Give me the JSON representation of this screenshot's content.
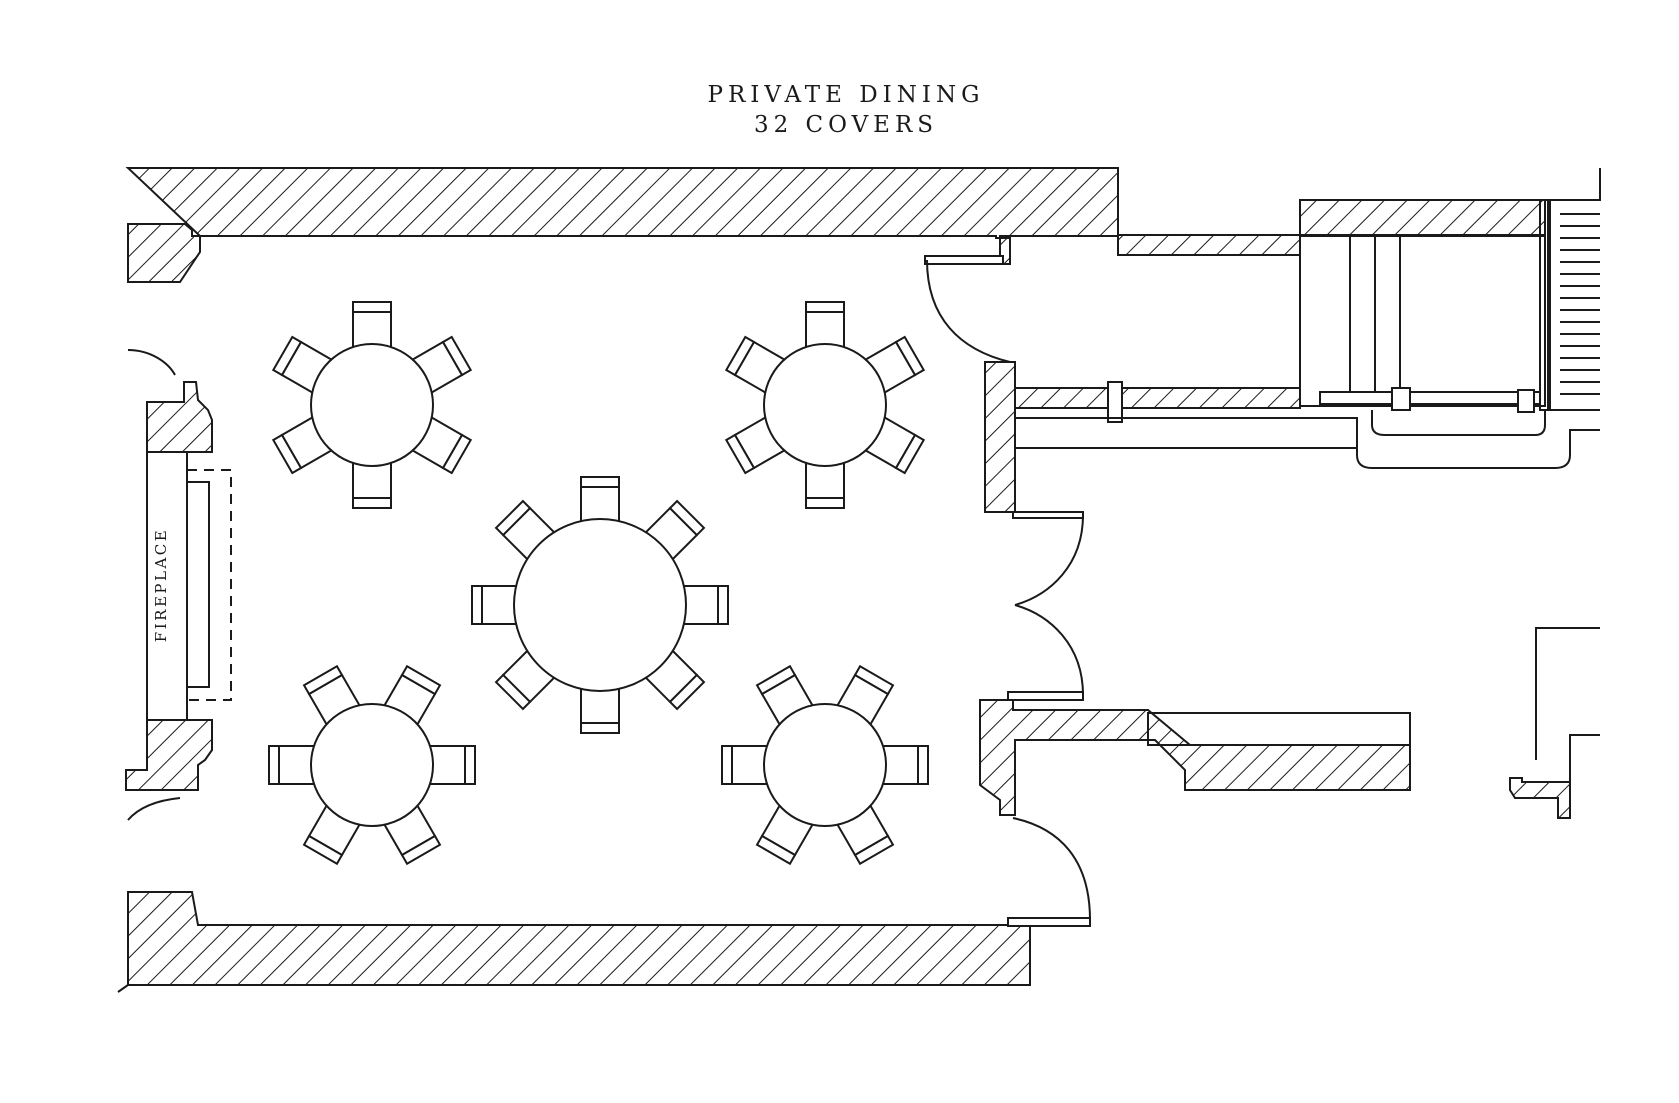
{
  "plan": {
    "title": "PRIVATE DINING",
    "subtitle": "32 COVERS",
    "fireplace_label": "FIREPLACE"
  },
  "colors": {
    "line": "#1a1a1a",
    "background": "#ffffff"
  },
  "tables": [
    {
      "name": "table-top-left",
      "seats": 6
    },
    {
      "name": "table-top-right",
      "seats": 6
    },
    {
      "name": "table-center",
      "seats": 8
    },
    {
      "name": "table-bottom-left",
      "seats": 6
    },
    {
      "name": "table-bottom-right",
      "seats": 6
    }
  ]
}
